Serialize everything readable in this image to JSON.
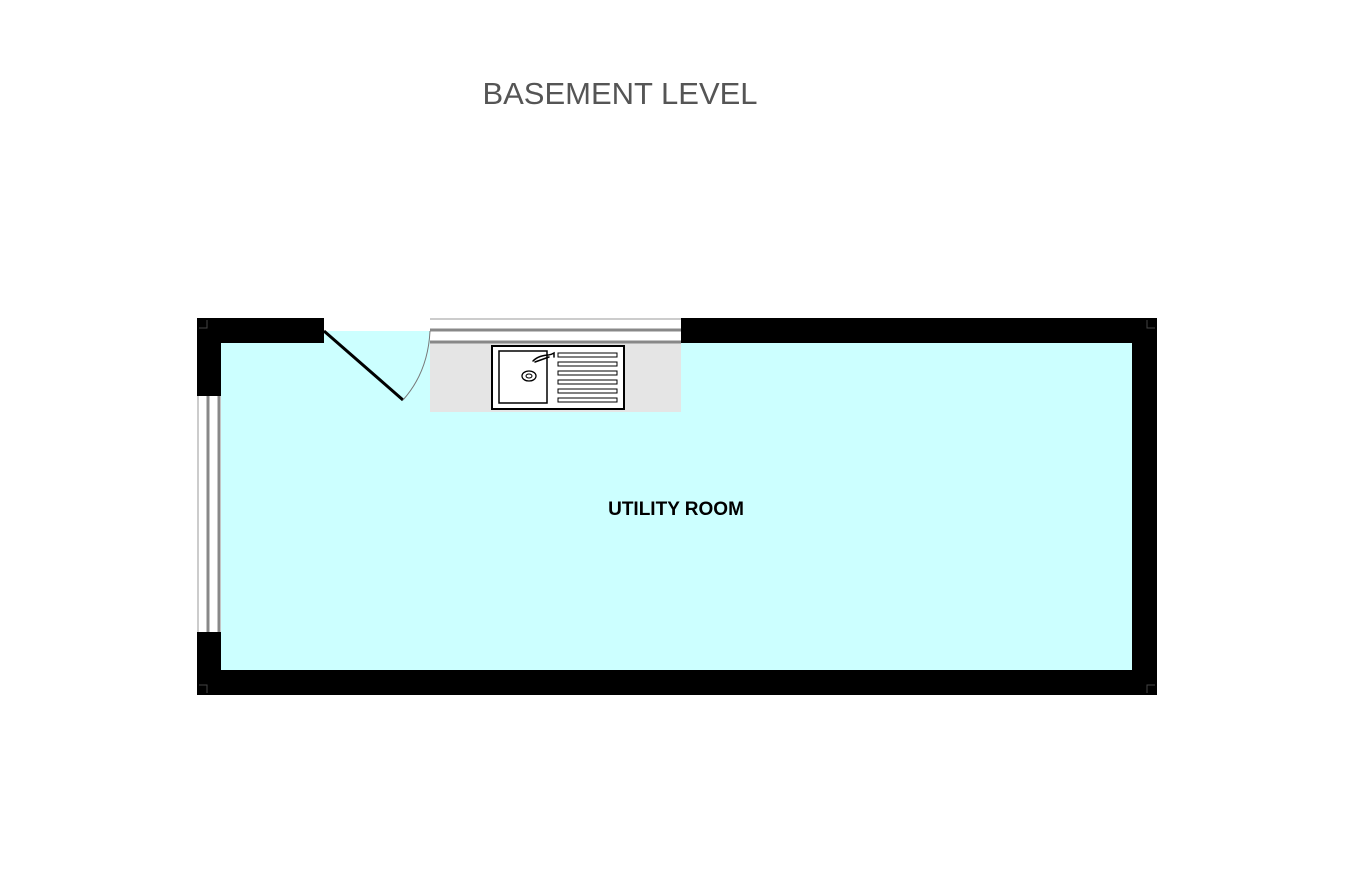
{
  "floorplan": {
    "level_title": "BASEMENT LEVEL",
    "rooms": [
      {
        "label": "UTILITY ROOM"
      }
    ],
    "colors": {
      "room_fill": "#ccffff",
      "wall": "#000000",
      "worktop": "#e5e5e5",
      "title_text": "#555555",
      "window_frame": "#888888"
    },
    "fixtures": [
      "door-swing",
      "sink-with-drainer",
      "window",
      "kitchen-worktop"
    ]
  }
}
